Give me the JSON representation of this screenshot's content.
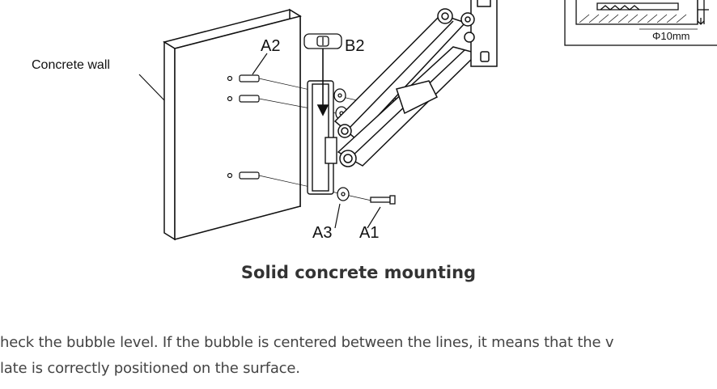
{
  "labels": {
    "concrete_wall": "Concrete wall",
    "a2": "A2",
    "b2": "B2",
    "a3": "A3",
    "a1": "A1",
    "diameter": "Φ10mm"
  },
  "caption": "Solid concrete mounting",
  "body_lines": [
    "heck the bubble level. If the bubble is centered between the lines, it means that the v",
    "late is correctly positioned on the surface."
  ]
}
